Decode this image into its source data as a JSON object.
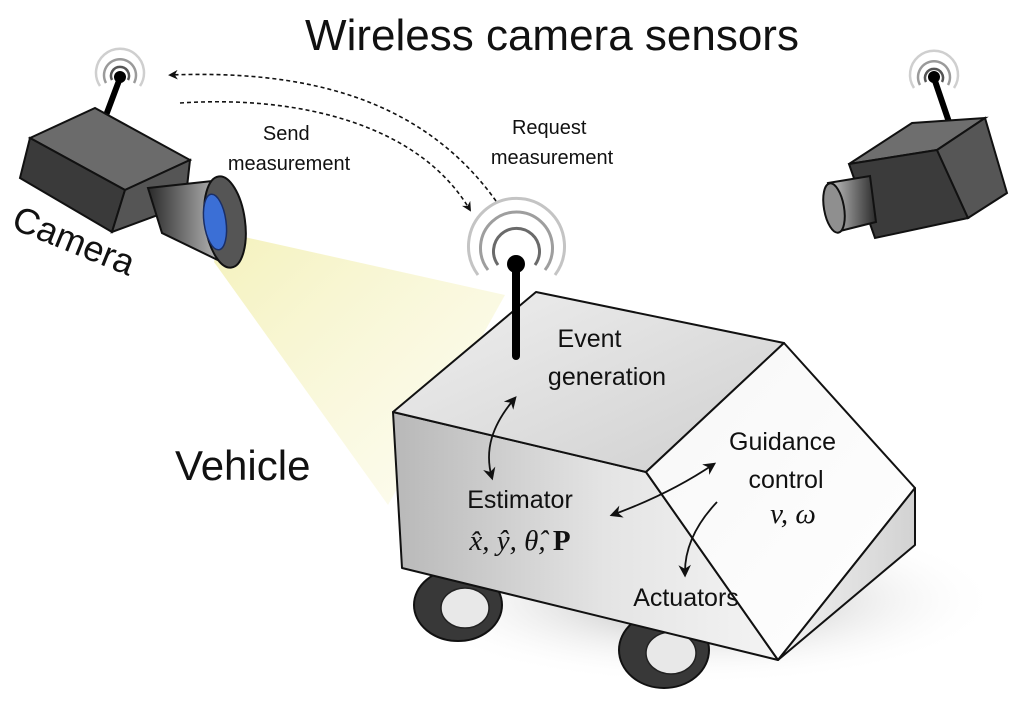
{
  "title": "Wireless camera sensors",
  "labels": {
    "camera": "Camera",
    "vehicle": "Vehicle",
    "send_measurement": [
      "Send",
      "measurement"
    ],
    "request_measurement": [
      "Request",
      "measurement"
    ],
    "event_generation": [
      "Event",
      "generation"
    ],
    "estimator": "Estimator",
    "estimator_vars": "x̂, ŷ, θ̂, ",
    "estimator_cov": "P",
    "guidance_control": [
      "Guidance",
      "control"
    ],
    "control_vars": "v, ω",
    "actuators": "Actuators"
  },
  "icons": [
    "wireless-signal-icon",
    "camera-icon",
    "vehicle-icon",
    "antenna-icon"
  ],
  "colors": {
    "lens_blue": "#3b6fd6",
    "view_cone": "#f6f4c8",
    "camera_body": "#4a4a4a",
    "vehicle_body": "#e6e6e6"
  }
}
